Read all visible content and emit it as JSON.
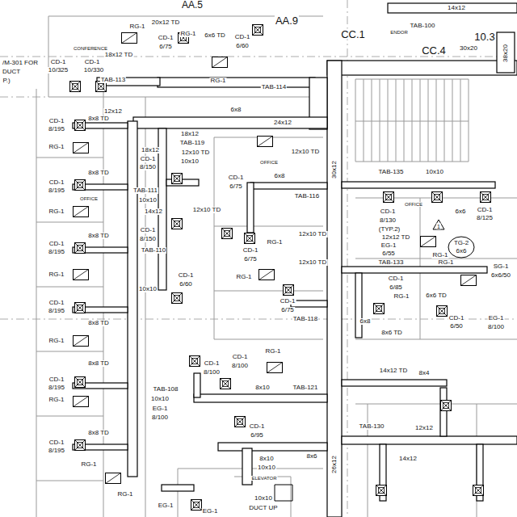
{
  "diagram": {
    "labels": [
      "AA.5",
      "AA.9",
      "20x12 TD",
      "RG-1",
      "CD-1",
      "6/75",
      "RG-1",
      "6x6 TD",
      "CD-1",
      "6/60",
      "CONFERENCE",
      "18x12 TD",
      "CD-1",
      "10/325",
      "CD-1",
      "10/330",
      "/M-301 FOR",
      "DUCT",
      "P.)",
      "TAB-113",
      "RG-1",
      "TAB-114",
      "12x12",
      "6x8",
      "24x12",
      "CC.1",
      "CC.4",
      "10.3",
      "14x12",
      "TAB-100",
      "30x20",
      "38x20",
      "ENDOR",
      "CD-1",
      "8/195",
      "8x8 TD",
      "RG-1",
      "18x12",
      "TAB-119",
      "18x12",
      "12x10 TD",
      "10x10",
      "12x10 TD",
      "CD-1",
      "8/150",
      "OFFICE",
      "TAB-135",
      "10x10",
      "30x12",
      "CD-1",
      "8/195",
      "8x8 TD",
      "CD-1",
      "6/75",
      "6x8",
      "TAB-111",
      "TAB-116",
      "OFFICE",
      "10x10",
      "12x10 TD",
      "14x12",
      "RG-1",
      "CD-1",
      "8/130",
      "(TYP.2)",
      "12x12 TD",
      "EG-1",
      "6/55",
      "CD-1",
      "8/125",
      "6x6",
      "1",
      "RG-1",
      "TG-2",
      "6x6",
      "OFFICE",
      "CD-1",
      "8/150",
      "12x10 TD",
      "RG-1",
      "TAB-110",
      "CD-1",
      "8/195",
      "8x8 TD",
      "CD-1",
      "6/75",
      "12x10 TD",
      "SG-1",
      "6x6/50",
      "TAB-133",
      "RG-1",
      "RG-1",
      "CD-1",
      "6/60",
      "RG-1",
      "10x10",
      "CD-1",
      "6/85",
      "RG-1",
      "6x6 TD",
      "CD-1",
      "6/75",
      "CD-1",
      "8/195",
      "CD-1",
      "6/50",
      "TAB-118",
      "EG-1",
      "8/100",
      "6x8",
      "8x8 TD",
      "8x6 TD",
      "RG-1",
      "RG-1",
      "CD-1",
      "8/100",
      "CD-1",
      "8/100",
      "8x8 TD",
      "14x12 TD",
      "8x4",
      "CD-1",
      "8/195",
      "TAB-108",
      "8x10",
      "TAB-121",
      "10x10",
      "RG-1",
      "EG-1",
      "8/100",
      "CD-1",
      "6/95",
      "TAB-130",
      "12x12",
      "8x8 TD",
      "CD-1",
      "8/195",
      "26x12",
      "8x10",
      "10x10",
      "8x6",
      "14x12",
      "RG-1",
      "RG-1",
      "ELEVATOR",
      "10x10",
      "DUCT UP",
      "EG-1",
      "EG-1"
    ]
  }
}
